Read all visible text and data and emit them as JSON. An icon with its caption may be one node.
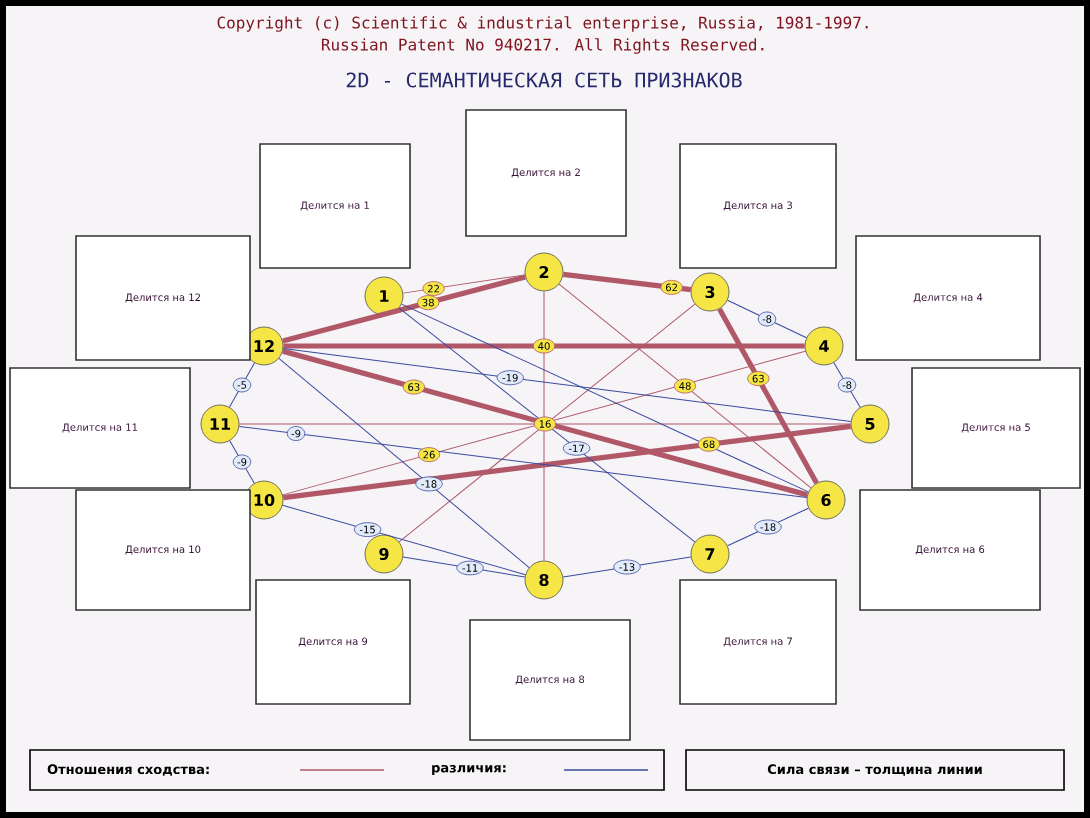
{
  "diagram": {
    "title": "2D - СЕМАНТИЧЕСКАЯ СЕТЬ ПРИЗНАКОВ",
    "nodes": [
      {
        "text": [
          "1"
        ]
      },
      {
        "text": [
          "2"
        ]
      },
      {
        "text": [
          "3"
        ]
      },
      {
        "text": [
          "4"
        ]
      },
      {
        "text": [
          "5"
        ]
      },
      {
        "text": [
          "6"
        ]
      },
      {
        "text": [
          "7"
        ]
      },
      {
        "text": [
          "8"
        ]
      },
      {
        "text": [
          "9"
        ]
      },
      {
        "text": [
          "10"
        ]
      },
      {
        "text": [
          "11"
        ]
      },
      {
        "text": [
          "12"
        ]
      },
      {
        "text": [
          "Делится на 1"
        ]
      },
      {
        "text": [
          "Делится на 2"
        ]
      },
      {
        "text": [
          "Делится на 3"
        ]
      },
      {
        "text": [
          "Делится на 4"
        ]
      },
      {
        "text": [
          "Делится на 5"
        ]
      },
      {
        "text": [
          "Делится на 6"
        ]
      },
      {
        "text": [
          "Делится на 7"
        ]
      },
      {
        "text": [
          "Делится на 8"
        ]
      },
      {
        "text": [
          "Делится на 9"
        ]
      },
      {
        "text": [
          "Делится на 10"
        ]
      },
      {
        "text": [
          "Делится на 11"
        ]
      },
      {
        "text": [
          "Делится на 12"
        ]
      }
    ],
    "edges": [
      {
        "from": 11,
        "to": 1,
        "arrow": "none",
        "label": "38",
        "style": "thick",
        "color": "#b05868"
      },
      {
        "from": 11,
        "to": 3,
        "arrow": "none",
        "label": "40",
        "style": "thick",
        "color": "#b05868"
      },
      {
        "from": 11,
        "to": 5,
        "arrow": "none",
        "label": "63",
        "style": "thick",
        "color": "#b05868"
      },
      {
        "from": 0,
        "to": 1,
        "arrow": "none",
        "label": "22",
        "color": "#b05868"
      },
      {
        "from": 1,
        "to": 2,
        "arrow": "none",
        "label": "62",
        "style": "thick",
        "color": "#b05868"
      },
      {
        "from": 1,
        "to": 5,
        "arrow": "none",
        "label": "48",
        "color": "#b05868"
      },
      {
        "from": 2,
        "to": 5,
        "arrow": "none",
        "label": "63",
        "style": "thick",
        "color": "#b05868"
      },
      {
        "from": 9,
        "to": 4,
        "arrow": "none",
        "label": "68",
        "style": "thick",
        "color": "#b05868"
      },
      {
        "from": 9,
        "to": 3,
        "arrow": "none",
        "label": "26",
        "color": "#b05868"
      },
      {
        "from": 10,
        "to": 4,
        "arrow": "none",
        "label": "16",
        "color": "#b05868"
      },
      {
        "from": 1,
        "to": 7,
        "arrow": "none",
        "color": "#b05868"
      },
      {
        "from": 8,
        "to": 2,
        "arrow": "none",
        "color": "#b05868"
      },
      {
        "from": 11,
        "to": 10,
        "arrow": "none",
        "label": "-5",
        "color": "#3a4aa0"
      },
      {
        "from": 10,
        "to": 5,
        "arrow": "none",
        "label": "-9",
        "color": "#3a4aa0"
      },
      {
        "from": 9,
        "to": 10,
        "arrow": "none",
        "label": "-9",
        "color": "#3a4aa0"
      },
      {
        "from": 9,
        "to": 7,
        "arrow": "none",
        "label": "-15",
        "color": "#3a4aa0"
      },
      {
        "from": 8,
        "to": 7,
        "arrow": "none",
        "label": "-11",
        "color": "#3a4aa0"
      },
      {
        "from": 7,
        "to": 6,
        "arrow": "none",
        "label": "-13",
        "color": "#3a4aa0"
      },
      {
        "from": 6,
        "to": 5,
        "arrow": "none",
        "label": "-18",
        "color": "#3a4aa0"
      },
      {
        "from": 3,
        "to": 2,
        "arrow": "none",
        "label": "-8",
        "color": "#3a4aa0"
      },
      {
        "from": 3,
        "to": 4,
        "arrow": "none",
        "label": "-8",
        "color": "#3a4aa0"
      },
      {
        "from": 11,
        "to": 7,
        "arrow": "none",
        "label": "-18",
        "color": "#3a4aa0"
      },
      {
        "from": 0,
        "to": 6,
        "arrow": "none",
        "label": "-17",
        "color": "#3a4aa0"
      },
      {
        "from": 11,
        "to": 4,
        "arrow": "none",
        "label": "-19",
        "color": "#3a4aa0"
      },
      {
        "from": 0,
        "to": 5,
        "arrow": "none",
        "color": "#3a4aa0"
      }
    ],
    "labels": [
      "Copyright (c) Scientific & industrial enterprise, Russia, 1981-1997.",
      "Russian Patent No 940217. All Rights Reserved.",
      "Сила связи – толщина линии"
    ],
    "legend": [
      {
        "text": "Отношения сходства:"
      },
      {
        "text": "различия:"
      }
    ]
  }
}
